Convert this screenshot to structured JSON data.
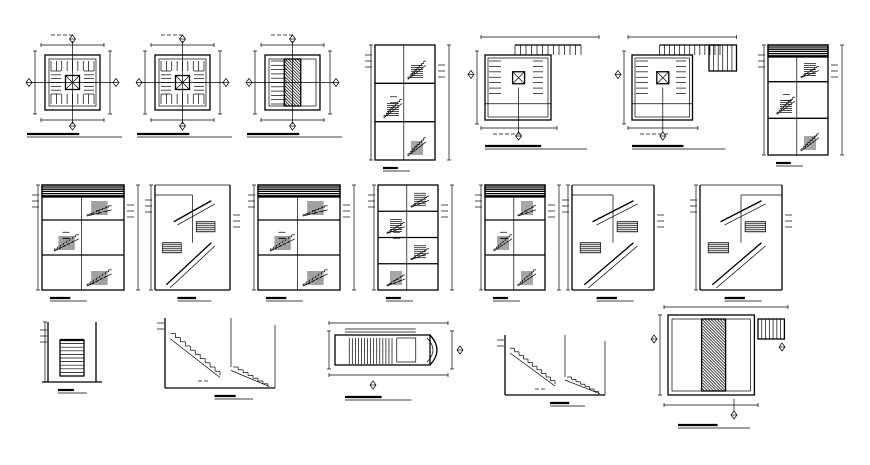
{
  "sheet": {
    "description_text": "",
    "colors": {
      "ink": "#000000",
      "paper": "#ffffff"
    }
  },
  "drawings": [
    {
      "kind": "plan-square"
    },
    {
      "kind": "plan-square"
    },
    {
      "kind": "plan-hatched"
    },
    {
      "kind": "section-dogleg"
    },
    {
      "kind": "plan-wide"
    },
    {
      "kind": "plan-square-landing"
    },
    {
      "kind": "section-tall"
    },
    {
      "kind": "section-titled"
    },
    {
      "kind": "section-open"
    },
    {
      "kind": "section-titled"
    },
    {
      "kind": "section-dogleg"
    },
    {
      "kind": "section-titled"
    },
    {
      "kind": "section-open"
    },
    {
      "kind": "section-open"
    },
    {
      "kind": "elevation-small"
    },
    {
      "kind": "elevation-flight"
    },
    {
      "kind": "plan-long"
    },
    {
      "kind": "elevation-flight"
    },
    {
      "kind": "plan-hatched-large"
    }
  ]
}
